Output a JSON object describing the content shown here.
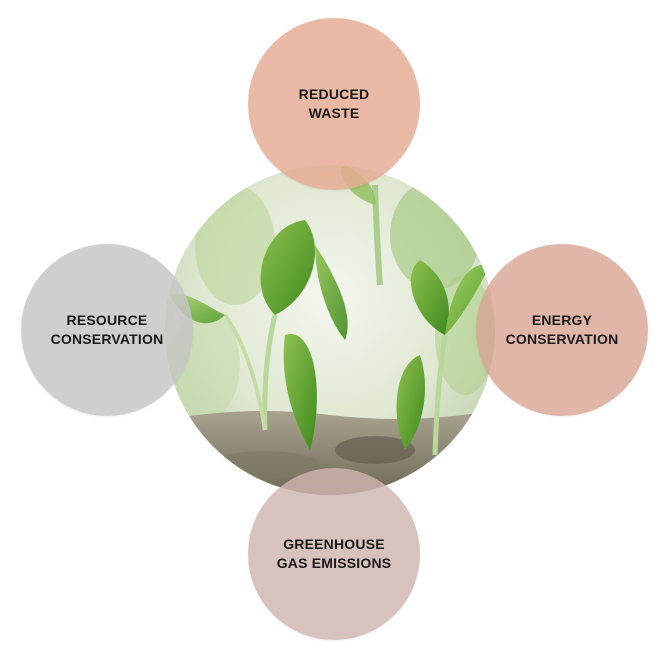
{
  "nodes": {
    "top": {
      "label": "REDUCED\nWASTE",
      "color": "#e5a992"
    },
    "right": {
      "label": "ENERGY\nCONSERVATION",
      "color": "#d8a494"
    },
    "bottom": {
      "label": "GREENHOUSE\nGAS EMISSIONS",
      "color": "#d0b4b0"
    },
    "left": {
      "label": "RESOURCE\nCONSERVATION",
      "color": "#c4c4c4"
    }
  }
}
